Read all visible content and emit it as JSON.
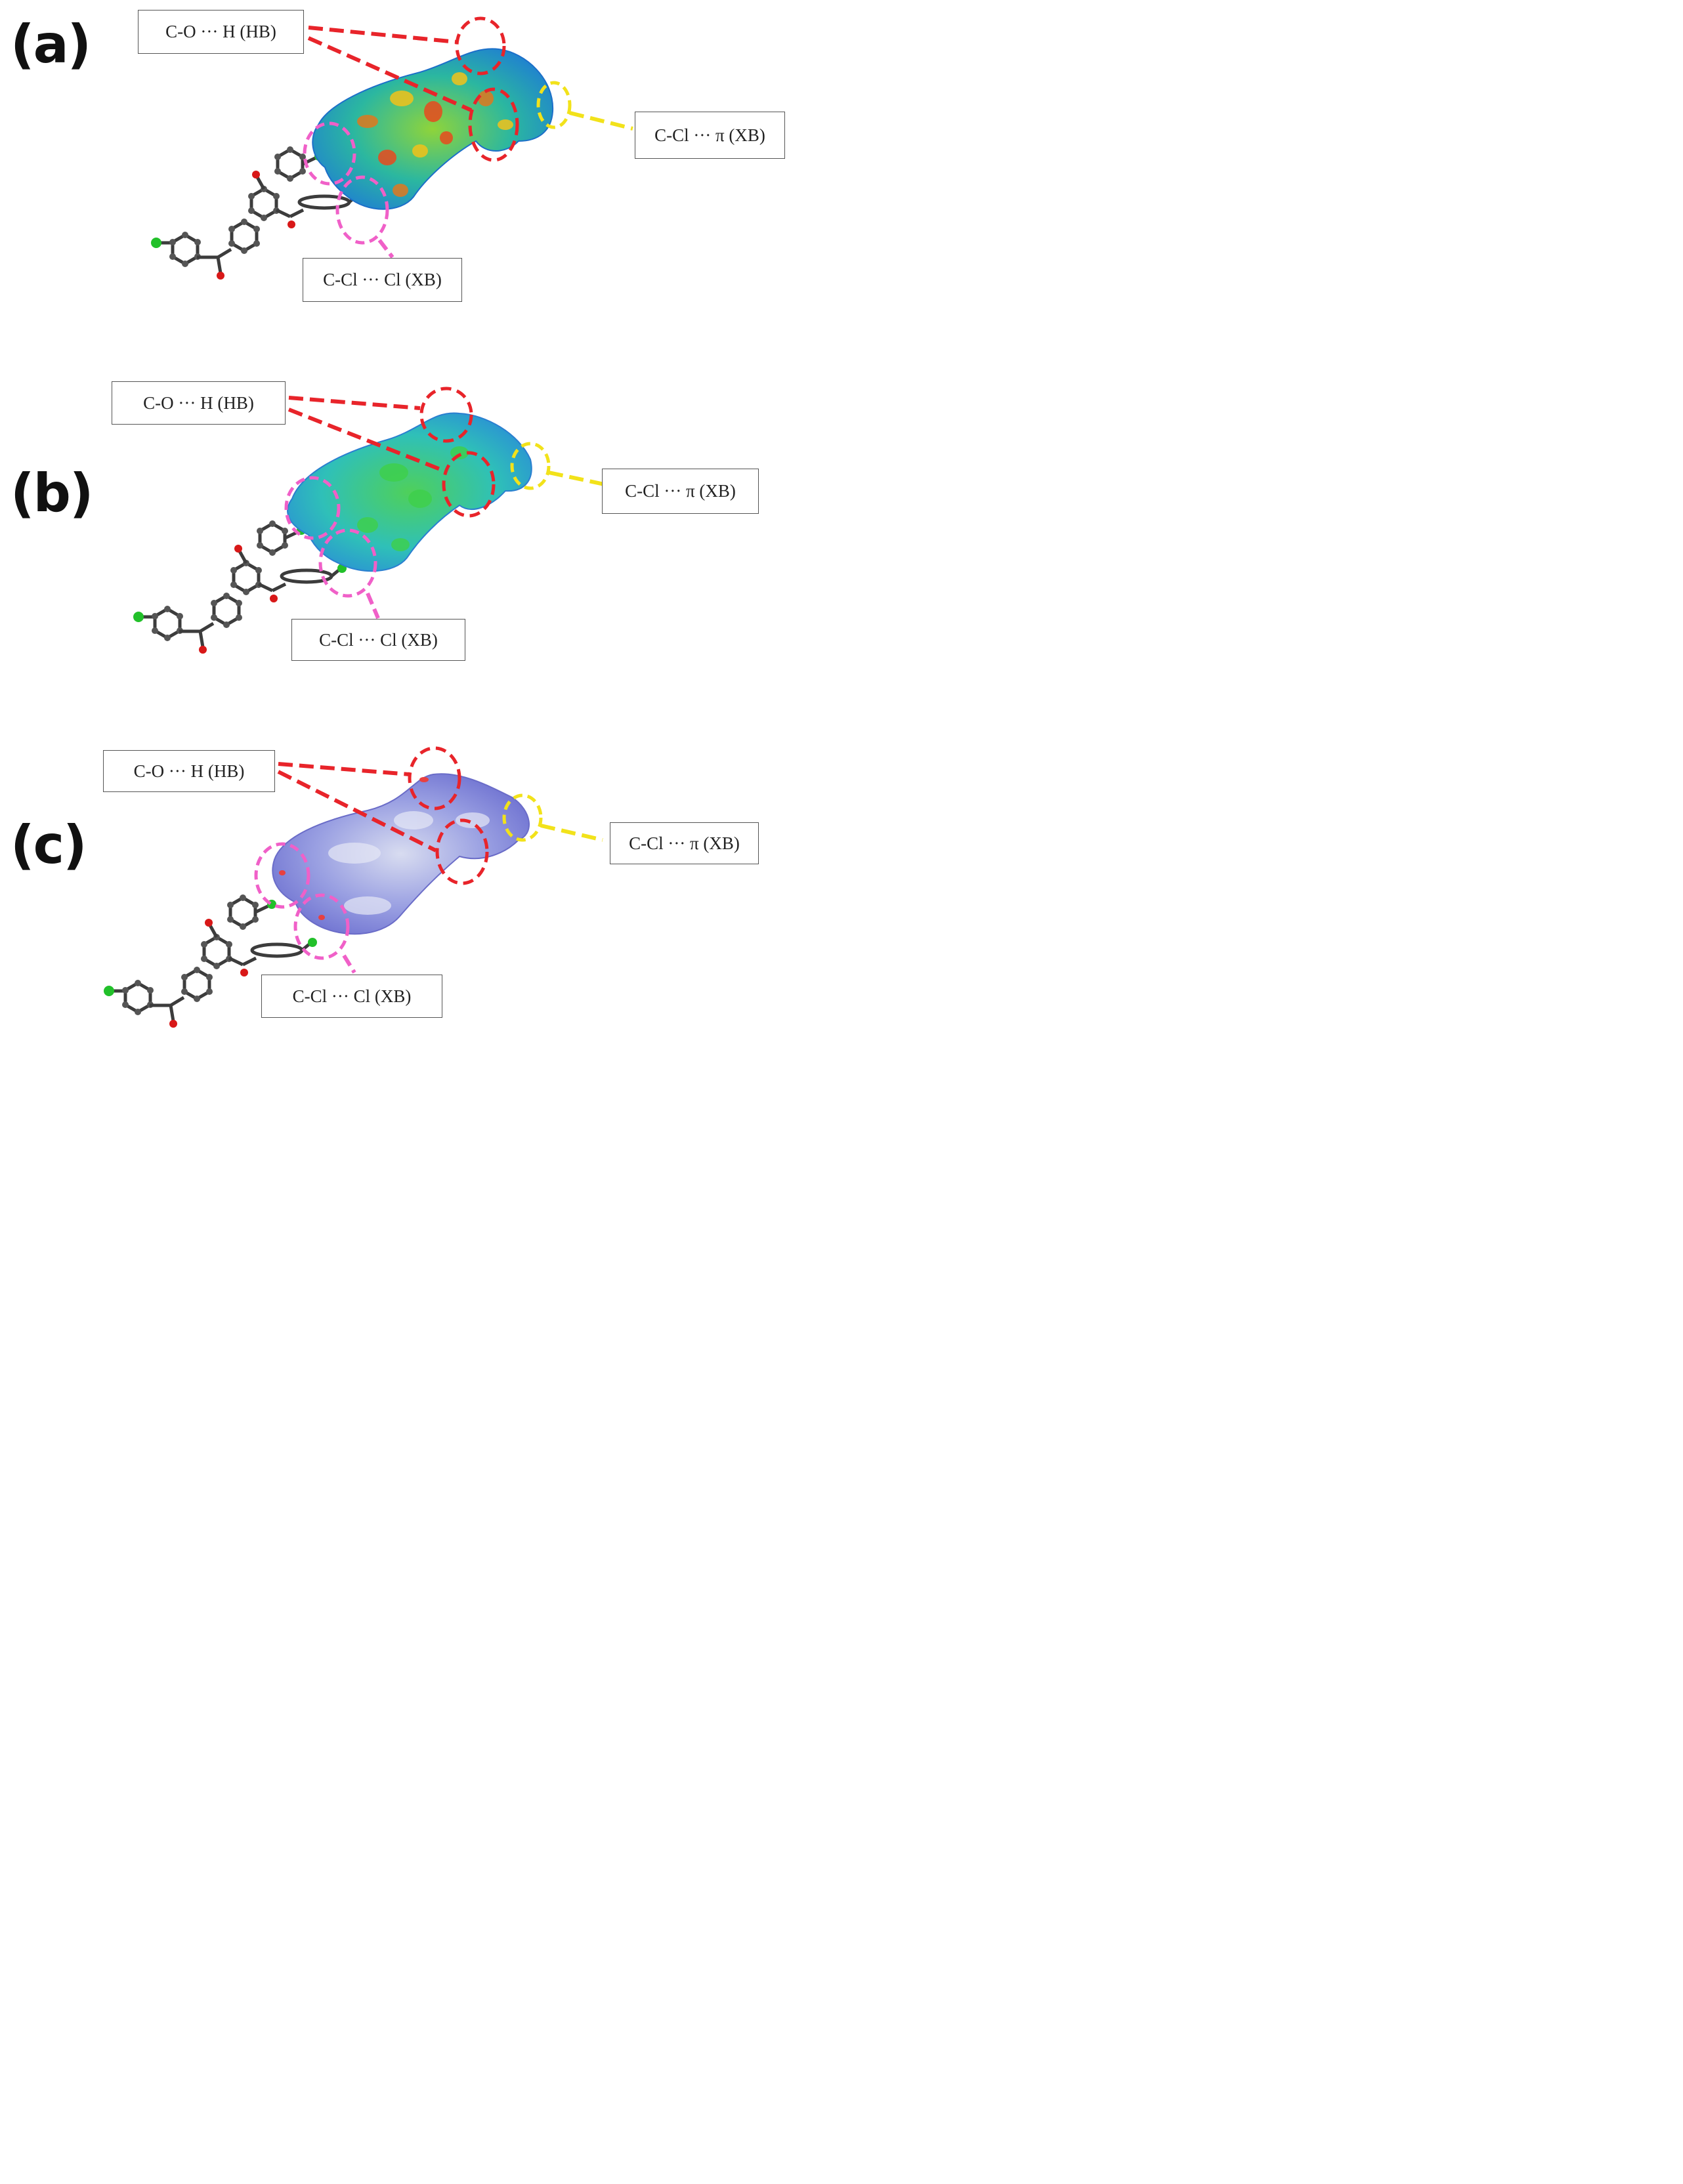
{
  "panels": [
    {
      "id": "a",
      "letter": "(a)",
      "labels": {
        "hb": "C-O ··· H  (HB)",
        "xb_pi": "C-Cl ··· π (XB)",
        "xb_cl": "C-Cl ··· Cl  (XB)"
      }
    },
    {
      "id": "b",
      "letter": "(b)",
      "labels": {
        "hb": "C-O ··· H  (HB)",
        "xb_pi": "C-Cl ··· π  (XB)",
        "xb_cl": "C-Cl ··· Cl (XB)"
      }
    },
    {
      "id": "c",
      "letter": "(c)",
      "labels": {
        "hb": "C-O ··· H  (HB)",
        "xb_pi": "C-Cl ··· π (XB)",
        "xb_cl": "C-Cl ··· Cl  (XB)"
      }
    }
  ],
  "colors": {
    "hb_marker": "#e8242a",
    "xb_pi_marker": "#f2e21a",
    "xb_cl_marker": "#f060c8",
    "surface_a": "#2fa6d8",
    "surface_b": "#36c2c9",
    "surface_c": "#8f96e0",
    "chlorine": "#22c02a",
    "oxygen": "#d81818",
    "carbon": "#4a4a4a"
  }
}
